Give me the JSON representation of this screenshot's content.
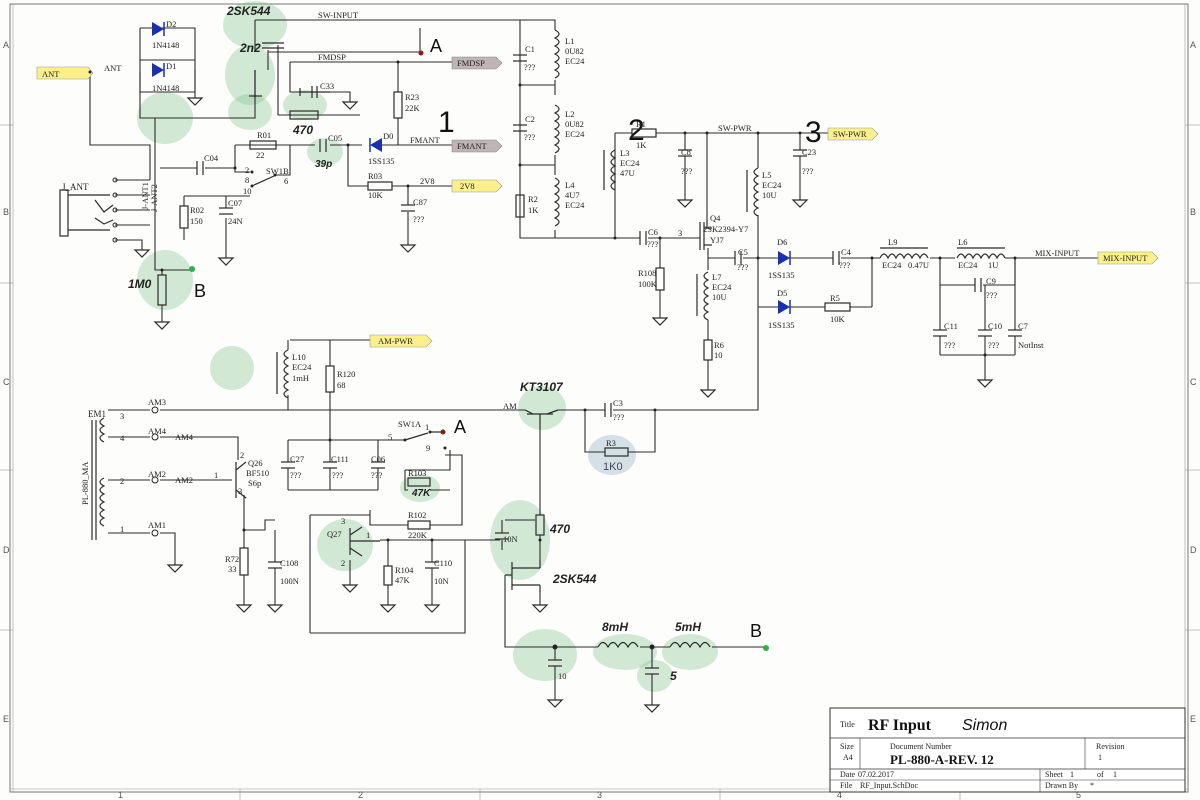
{
  "grid": {
    "rows": [
      "A",
      "B",
      "C",
      "D",
      "E"
    ],
    "cols": [
      "1",
      "2",
      "3",
      "4",
      "5"
    ]
  },
  "ports": {
    "ant": "ANT",
    "fmdsp": "FMDSP",
    "fmant": "FMANT",
    "v2v8": "2V8",
    "sw_pwr": "SW-PWR",
    "mix_input": "MIX-INPUT",
    "am_pwr": "AM-PWR"
  },
  "nets": {
    "ant": "ANT",
    "sw_input": "SW-INPUT",
    "fmdsp": "FMDSP",
    "fmant": "FMANT",
    "v2v8": "2V8",
    "sw_pwr": "SW-PWR",
    "mix_input": "MIX-INPUT",
    "am": "AM",
    "am1": "AM1",
    "am2": "AM2",
    "am3": "AM3",
    "am4": "AM4",
    "am2b": "AM2",
    "am4b": "AM4"
  },
  "components": {
    "d2": {
      "ref": "D2",
      "val": "1N4148"
    },
    "d1": {
      "ref": "D1",
      "val": "1N4148"
    },
    "c33": {
      "ref": "C33"
    },
    "r23": {
      "ref": "R23",
      "val": "22K"
    },
    "d0": {
      "ref": "D0",
      "val": "1SS135"
    },
    "c05": {
      "ref": "C05"
    },
    "r01": {
      "ref": "R01",
      "val": "22"
    },
    "c04": {
      "ref": "C04"
    },
    "sw1b": {
      "ref": "SW1B",
      "pins": [
        "2",
        "8",
        "6",
        "10"
      ]
    },
    "r02": {
      "ref": "R02",
      "val": "150"
    },
    "c07": {
      "ref": "C07",
      "val": "24N"
    },
    "r03": {
      "ref": "R03",
      "val": "10K"
    },
    "c87": {
      "ref": "C87",
      "val": "???"
    },
    "jant": {
      "ref": "J_ANT",
      "pins": [
        "J-ANT1",
        "J-ANT2"
      ]
    },
    "c1": {
      "ref": "C1",
      "val": "???"
    },
    "l1": {
      "ref": "L1",
      "val": "0U82",
      "val2": "EC24"
    },
    "c2": {
      "ref": "C2",
      "val": "???"
    },
    "l2": {
      "ref": "L2",
      "val": "0U82",
      "val2": "EC24"
    },
    "r2": {
      "ref": "R2",
      "val": "1K"
    },
    "l4": {
      "ref": "L4",
      "val": "4U7",
      "val2": "EC24"
    },
    "r1": {
      "ref": "R1",
      "val": "1K"
    },
    "c8": {
      "ref": "C8",
      "val": "???"
    },
    "l3": {
      "ref": "L3",
      "val": "EC24",
      "val2": "47U"
    },
    "c23": {
      "ref": "C23",
      "val": "???"
    },
    "l5": {
      "ref": "L5",
      "val": "EC24",
      "val2": "10U"
    },
    "c6": {
      "ref": "C6",
      "val": "???"
    },
    "r108": {
      "ref": "R108",
      "val": "100K"
    },
    "q4": {
      "ref": "Q4",
      "val": "2SK2394-Y7",
      "val2": "YJ7",
      "pin": "3"
    },
    "c5": {
      "ref": "C5",
      "val": "???"
    },
    "l7": {
      "ref": "L7",
      "val": "EC24",
      "val2": "10U"
    },
    "r6": {
      "ref": "R6",
      "val": "10"
    },
    "d6": {
      "ref": "D6",
      "val": "1SS135"
    },
    "d5": {
      "ref": "D5",
      "val": "1SS135"
    },
    "c4": {
      "ref": "C4",
      "val": "???"
    },
    "r5": {
      "ref": "R5",
      "val": "10K"
    },
    "l9": {
      "ref": "L9",
      "val": "EC24",
      "val2": "0.47U"
    },
    "l6": {
      "ref": "L6",
      "val": "EC24",
      "val2": "1U"
    },
    "c9": {
      "ref": "C9",
      "val": "???"
    },
    "c11": {
      "ref": "C11",
      "val": "???"
    },
    "c10": {
      "ref": "C10",
      "val": "???"
    },
    "c7": {
      "ref": "C7",
      "val": "NotInst"
    },
    "l10": {
      "ref": "L10",
      "val": "EC24",
      "val2": "1mH"
    },
    "r120": {
      "ref": "R120",
      "val": "68"
    },
    "c3": {
      "ref": "C3",
      "val": "???"
    },
    "r3": {
      "ref": "R3"
    },
    "em1": {
      "ref": "EM1",
      "val": "PL-880_MA",
      "pins": [
        "3",
        "4",
        "2",
        "1"
      ]
    },
    "q26": {
      "ref": "Q26",
      "val": "BF510",
      "val2": "S6p",
      "pins": [
        "2",
        "1",
        "3"
      ]
    },
    "c27": {
      "ref": "C27",
      "val": "???"
    },
    "c111": {
      "ref": "C111",
      "val": "???"
    },
    "c06": {
      "ref": "C06",
      "val": "???"
    },
    "sw1a": {
      "ref": "SW1A",
      "pins": [
        "5",
        "1",
        "9"
      ]
    },
    "r103": {
      "ref": "R103"
    },
    "r102": {
      "ref": "R102",
      "val": "220K"
    },
    "q27": {
      "ref": "Q27",
      "pins": [
        "3",
        "1",
        "2"
      ]
    },
    "r104": {
      "ref": "R104",
      "val": "47K"
    },
    "c110": {
      "ref": "C110",
      "val": "10N"
    },
    "r72": {
      "ref": "R72",
      "val": "33"
    },
    "c108": {
      "ref": "C108",
      "val": "100N"
    },
    "c10n": {
      "val": "10N"
    },
    "c_bottom": {
      "val": "10"
    }
  },
  "annotations": {
    "q_top": "2SK544",
    "cap_2n2": "2n2",
    "res_470_top": "470",
    "cap_39p": "39p",
    "res_1m0": "1M0",
    "q_kt3107": "KT3107",
    "res_1k0": "1K0",
    "res_47k": "47K",
    "res_470_bot": "470",
    "q_bottom": "2SK544",
    "ind_8mh": "8mH",
    "ind_5mh": "5mH",
    "cap_5": "5"
  },
  "markers": {
    "a_top": "A",
    "a_mid": "A",
    "b_left": "B",
    "b_bottom": "B",
    "n1": "1",
    "n2": "2",
    "n3": "3"
  },
  "title_block": {
    "title_label": "Title",
    "title_value": "RF Input",
    "author": "Simon",
    "size_label": "Size",
    "size_value": "A4",
    "docnum_label": "Document Number",
    "docnum_value": "PL-880-A-REV. 12",
    "revision_label": "Revision",
    "revision_value": "1",
    "date_label": "Date",
    "date_value": "07.02.2017",
    "sheet_label": "Sheet",
    "sheet_value": "1",
    "of_label": "of",
    "of_value": "1",
    "file_label": "File",
    "file_value": "RF_Input.SchDoc",
    "drawn_label": "Drawn By",
    "drawn_value": "*"
  }
}
